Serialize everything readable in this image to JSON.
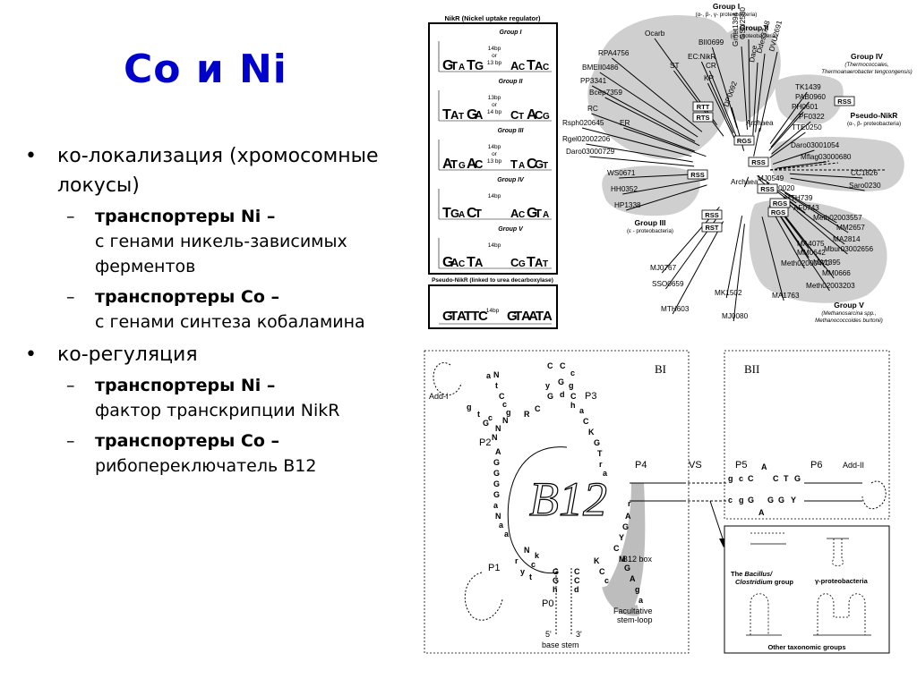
{
  "slide": {
    "title": "Co и Ni",
    "bullets": [
      {
        "text": "ко-локализация (хромосомные локусы)",
        "sub": [
          {
            "strong": "транспортеры Ni –",
            "rest": "с генами никель-зависимых ферментов"
          },
          {
            "strong": "транспортеры Co –",
            "rest": "с генами синтеза кобаламина"
          }
        ]
      },
      {
        "text": "ко-регуляция",
        "sub": [
          {
            "strong": "транспортеры Ni –",
            "rest": "фактор транскрипции NikR"
          },
          {
            "strong": "транспортеры Co –",
            "rest": "рибопереключатель B12"
          }
        ]
      }
    ]
  },
  "logo_panel": {
    "header": "NikR (Nickel uptake regulator)",
    "groups": [
      {
        "label": "Group I",
        "spacer": [
          "14bp",
          "or",
          "13 bp"
        ]
      },
      {
        "label": "Group II",
        "spacer": [
          "13bp",
          "or",
          "14 bp"
        ]
      },
      {
        "label": "Group III",
        "spacer": [
          "14bp",
          "or",
          "13 bp"
        ]
      },
      {
        "label": "Group IV",
        "spacer": [
          "14bp"
        ]
      },
      {
        "label": "Group V",
        "spacer": [
          "14bp"
        ]
      }
    ],
    "pseudo_header": "Pseudo-NikR (linked to urea decarboxylase)",
    "pseudo_spacer": "14bp"
  },
  "tree": {
    "group_labels": {
      "g1": [
        "Group I",
        "(α-, β-, γ- proteobacteria)"
      ],
      "g2": [
        "Group II",
        "(δ - proteobacteria)"
      ],
      "g4": [
        "Group IV",
        "(Thermococcales,",
        "Thermoanaerobacter tengcongensis)"
      ],
      "pseudo": [
        "Pseudo-NikR",
        "(α-, β- proteobacteria)"
      ],
      "g3": [
        "Group III",
        "(ε - proteobacteria)"
      ],
      "g5": [
        "Group V",
        "(Methanosarcina spp.,",
        "Methanococcoides burtonii)"
      ]
    },
    "leaves": [
      "Ocarb",
      "BII0699",
      "RPA4756",
      "EC:NikR",
      "ST",
      "CR",
      "BMEII0486",
      "KP",
      "PP3341",
      "Bcep7359",
      "RC",
      "Rsph020645",
      "ER",
      "Rgel02002206",
      "Daro03000729",
      "Gmet1394",
      "GSU2580",
      "Dace",
      "Ddes3748",
      "DVU2691",
      "DP0092",
      "Archaea",
      "TK1439",
      "PAB0960",
      "PH0601",
      "PF0322",
      "TTE0250",
      "Daro03001054",
      "Mflag03000680",
      "CC1826",
      "Saro0230",
      "WS0671",
      "HH0352",
      "HP1338",
      "Archaea",
      "MJ0549",
      "MMP0020",
      "MTH739",
      "AF0743",
      "Meth02003557",
      "MM2657",
      "MA2814",
      "MA4075",
      "MM0642",
      "Mbur03002656",
      "Meth02000470",
      "MA1395",
      "MM0666",
      "Meth02003203",
      "MA1763",
      "MJ0767",
      "SSO0659",
      "MK1502",
      "MTH603",
      "MJ0080"
    ],
    "motif_boxes": [
      "RTT",
      "RTS",
      "RGS",
      "RSS",
      "RSS",
      "RSS",
      "RSS",
      "RGS",
      "RGS",
      "RSS",
      "RST"
    ]
  },
  "riboswitch": {
    "region_labels": {
      "bi": "BI",
      "bii": "BII"
    },
    "center": "B12",
    "stems": {
      "p0": "P0",
      "p1": "P1",
      "p2": "P2",
      "p3": "P3",
      "p4": "P4",
      "p5": "P5",
      "p6": "P6",
      "vs": "VS"
    },
    "labels": {
      "add1": "Add-I",
      "add2": "Add-II",
      "box": "B12 box",
      "facultative": [
        "Facultative",
        "stem-loop"
      ],
      "base": "base stem",
      "five": "5'",
      "three": "3'"
    },
    "nucleotides": {
      "left_strand": [
        "a",
        "N",
        "t",
        "C",
        "c",
        "g",
        "N",
        "N",
        "N",
        "A",
        "G",
        "G",
        "G",
        "G",
        "a",
        "N",
        "a",
        "a"
      ],
      "p2_left": [
        "g",
        "t",
        "G",
        "c"
      ],
      "p2_right": [
        "R",
        "C"
      ],
      "p3_loop": [
        "C",
        "C",
        "c",
        "y",
        "G",
        "G",
        "d"
      ],
      "p3_right": [
        "g",
        "C",
        "h",
        "a",
        "C",
        "K",
        "G",
        "T",
        "r",
        "a"
      ],
      "box_strand": [
        "r",
        "A",
        "G",
        "Y",
        "C",
        "M",
        "G",
        "A",
        "g",
        "a"
      ],
      "p0_left": [
        "G",
        "G",
        "h"
      ],
      "p0_right": [
        "C",
        "C",
        "d"
      ],
      "p0_mid": [
        "K",
        "C",
        "c"
      ],
      "p1_region": [
        "N",
        "k",
        "r",
        "y",
        "c",
        "t"
      ],
      "bii_top": [
        "g",
        "c",
        "C",
        "A",
        "C",
        "T",
        "G"
      ],
      "bii_bottom": [
        "c",
        "g",
        "G",
        "A",
        "G",
        "G",
        "Y"
      ]
    },
    "inset": {
      "g1_pre": "The ",
      "g1_italic": "Bacillus/",
      "g1_italic2": "Clostridium",
      "g1_post": " group",
      "g2": "γ-proteobacteria",
      "other": "Other taxonomic groups"
    }
  }
}
